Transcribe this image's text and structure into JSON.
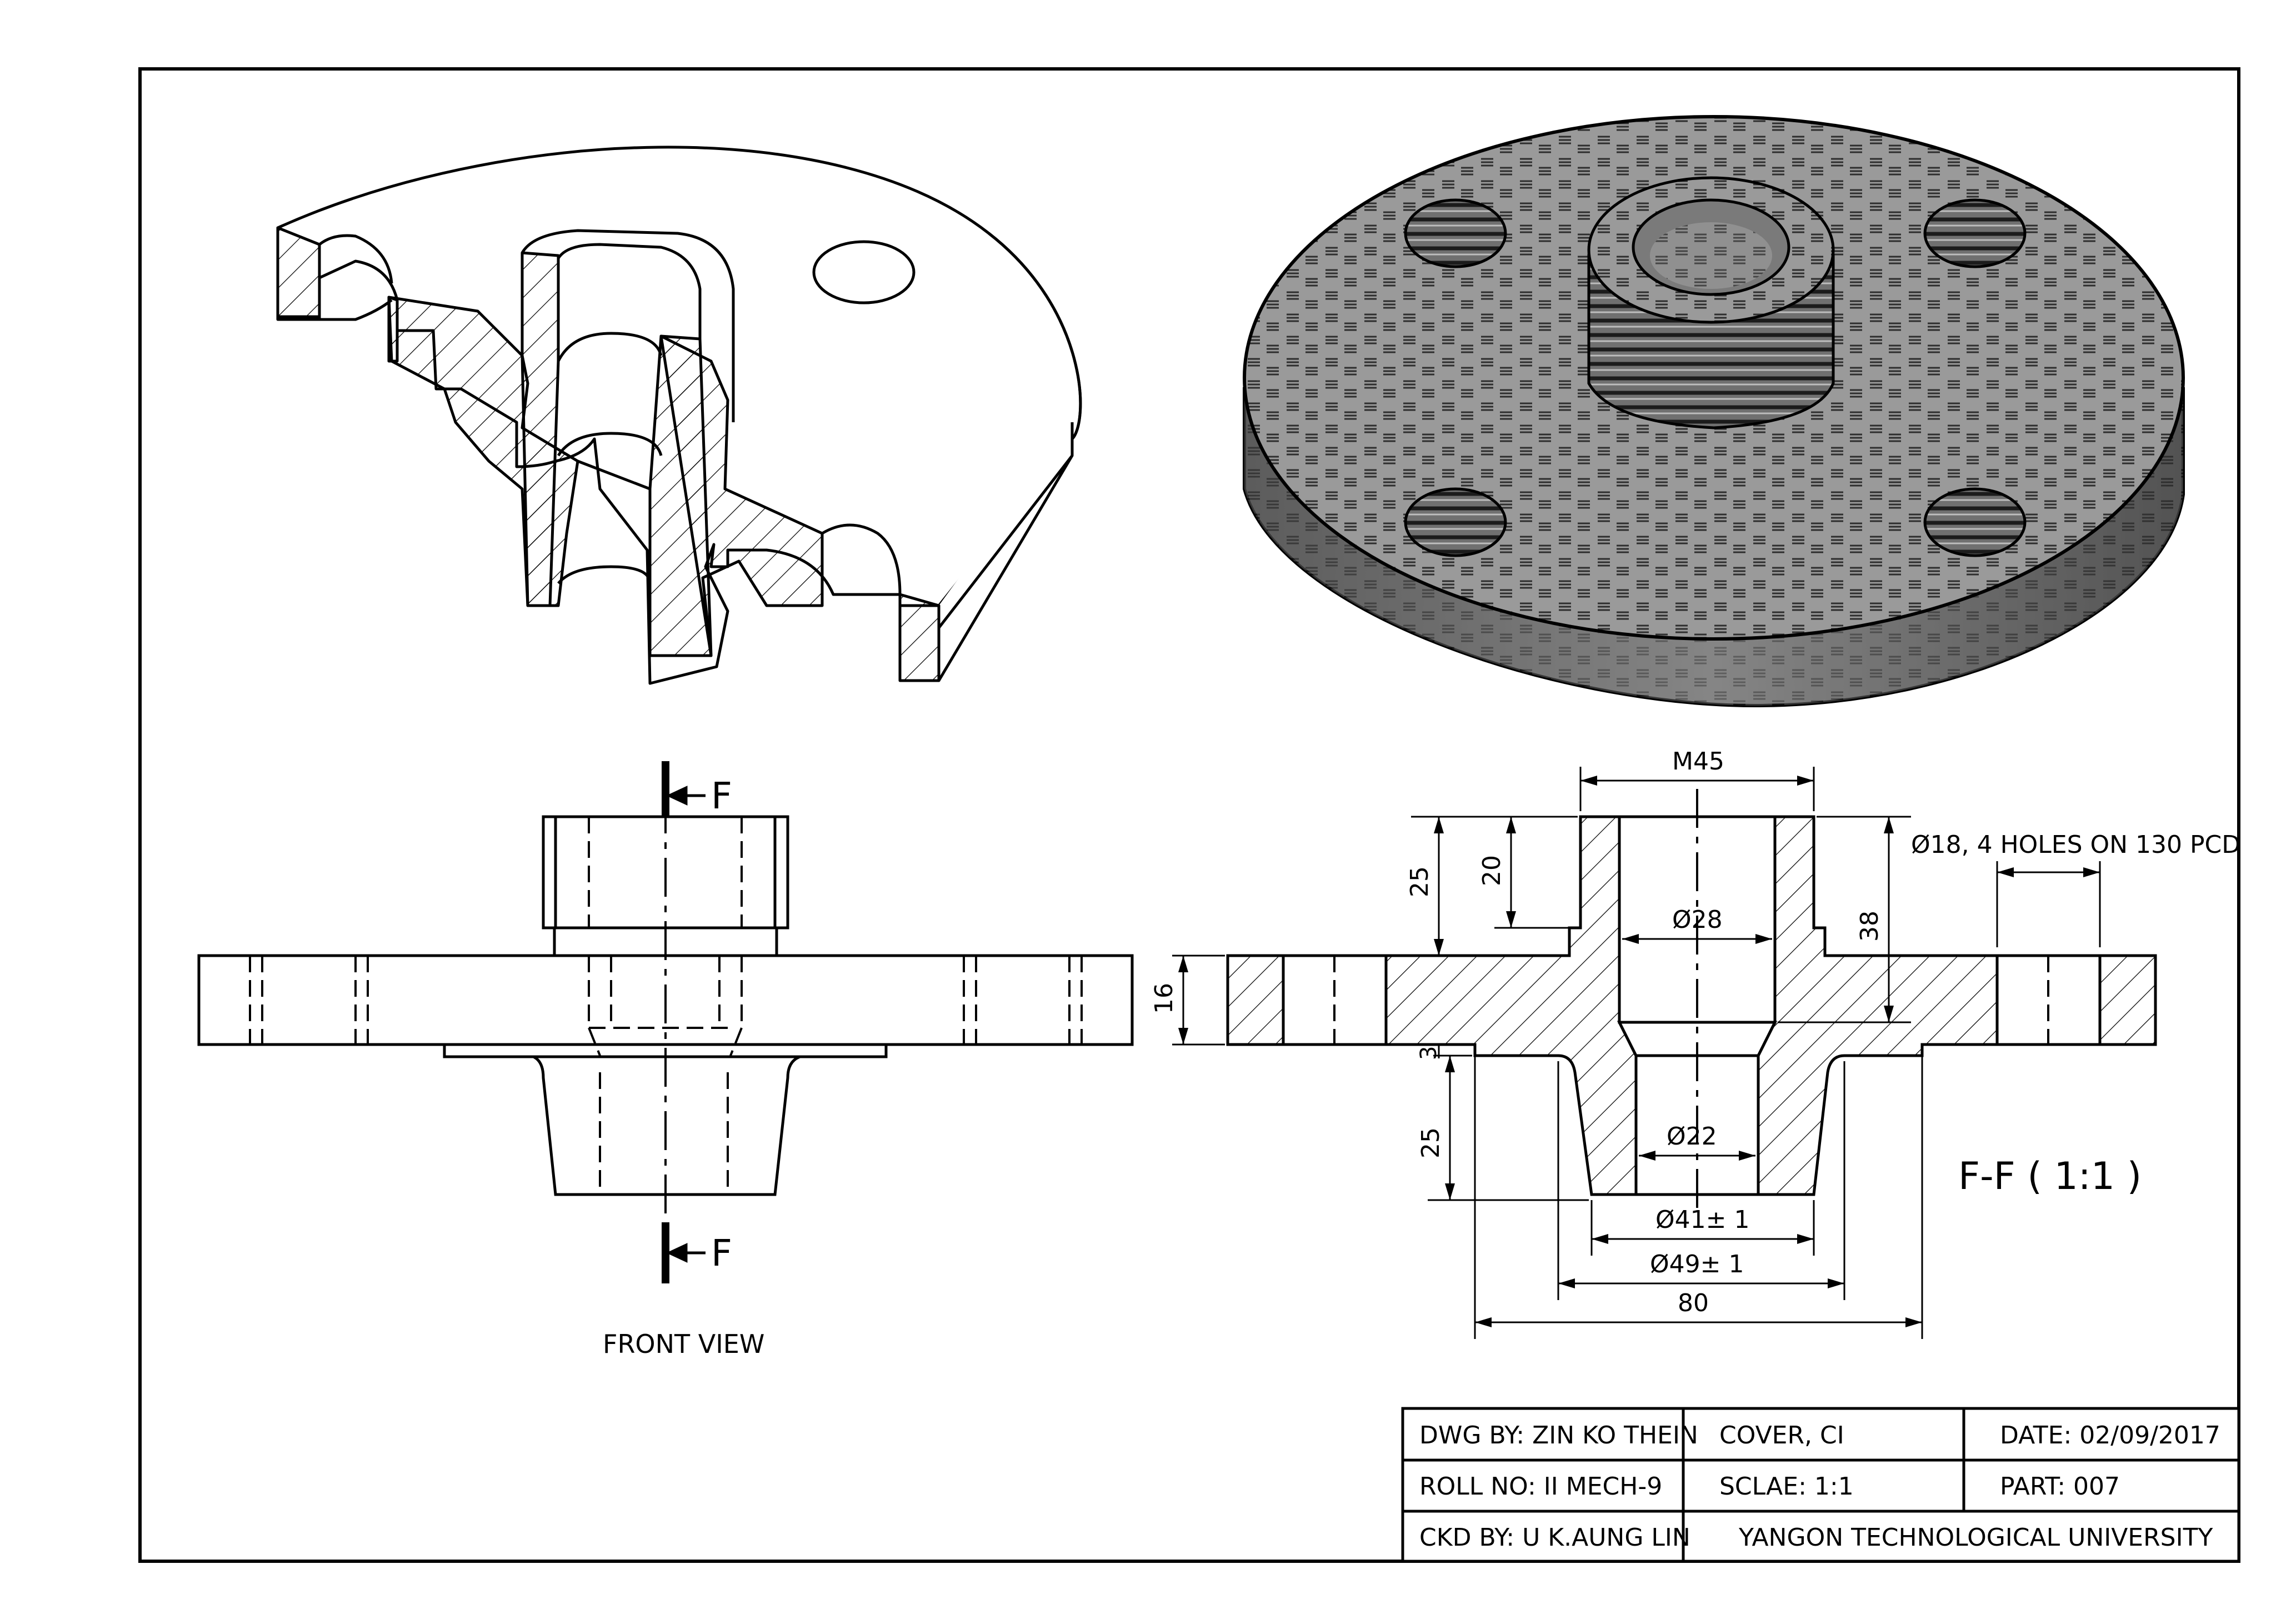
{
  "views": {
    "front_view_label": "FRONT VIEW",
    "section_marker": "F",
    "section_title": "F-F ( 1:1 )"
  },
  "dimensions": {
    "m45": "M45",
    "d18_note": "Ø18, 4 HOLES ON 130 PCD",
    "h25_top": "25",
    "h20": "20",
    "d28": "Ø28",
    "h38": "38",
    "t16": "16",
    "t3": "3",
    "h25_bottom": "25",
    "d22": "Ø22",
    "d41": "Ø41± 1",
    "d49": "Ø49± 1",
    "w80": "80"
  },
  "title_block": {
    "dwg_by": "DWG BY: ZIN KO THEIN",
    "part_name": "COVER, CI",
    "date": "DATE: 02/09/2017",
    "roll_no": "ROLL NO: II MECH-9",
    "scale": "SCLAE: 1:1",
    "part_no": "PART: 007",
    "ckd_by": "CKD BY: U K.AUNG LIN",
    "university": "YANGON TECHNOLOGICAL UNIVERSITY"
  },
  "colors": {
    "line": "#000000",
    "render_body": "#8a8a8a",
    "render_dark": "#4a4a4a"
  }
}
